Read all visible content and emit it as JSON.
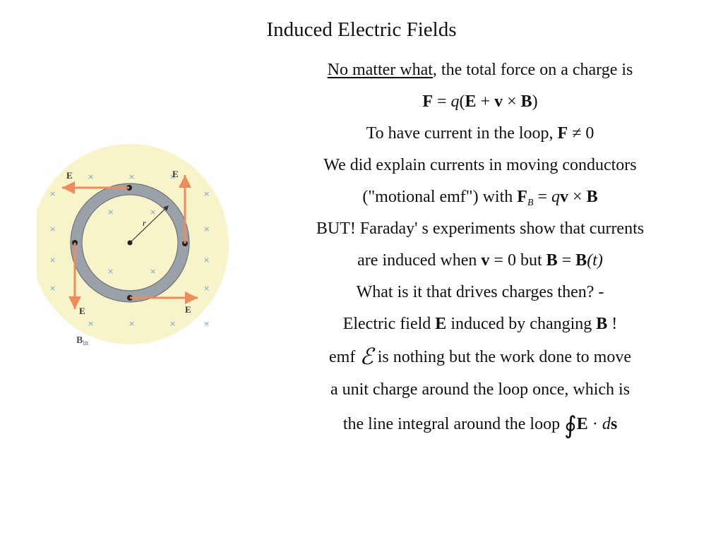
{
  "title": "Induced Electric Fields",
  "figure": {
    "label_E_top_left": "E",
    "label_E_top_right": "E",
    "label_E_bottom_left": "E",
    "label_E_bottom_right": "E",
    "label_r": "r",
    "label_B": "B",
    "label_B_sub": "in",
    "colors": {
      "background": "#f6f4c8",
      "arrow": "#ef8a5b",
      "ring": "#9aa1a8",
      "field_marks": "#6aa8d8"
    }
  },
  "text": {
    "l1_underlined": "No matter what",
    "l1_rest": ", the total force on a charge is",
    "l2_F": "F",
    "l2_eq": " = ",
    "l2_q": "q",
    "l2_open": "(",
    "l2_E": "E",
    "l2_plus": " + ",
    "l2_v": "v",
    "l2_cross": " × ",
    "l2_B": "B",
    "l2_close": ")",
    "l3_text": "To have current in the loop, ",
    "l3_F": "F",
    "l3_neq": " ≠ 0",
    "l4": "We did explain currents in moving conductors",
    "l5_text": "(\"motional emf\") with ",
    "l5_F": "F",
    "l5_sub": "B",
    "l5_eq": " = ",
    "l5_q": "q",
    "l5_v": "v",
    "l5_cross": " × ",
    "l5_B": "B",
    "l6": "BUT!  Faraday' s experiments show that currents",
    "l7_text": "are induced when ",
    "l7_v": "v",
    "l7_eq0": " = 0  but  ",
    "l7_B": "B",
    "l7_eq": " = ",
    "l7_B2": "B",
    "l7_t": "(t)",
    "l8": "What is it that drives charges then? -",
    "l9_text": "Electric field ",
    "l9_E": "E",
    "l9_mid": " induced by changing ",
    "l9_B": "B",
    "l9_end": " !",
    "l10_pre": "emf ",
    "l10_symbol": "ℰ",
    "l10_post": " is nothing but the work done to move",
    "l11": "a unit charge around the loop once, which is",
    "l12_text": "the line integral around the loop ",
    "l12_integral": "∮",
    "l12_E": "E",
    "l12_dot": " · ",
    "l12_d": "d",
    "l12_s": "s"
  }
}
